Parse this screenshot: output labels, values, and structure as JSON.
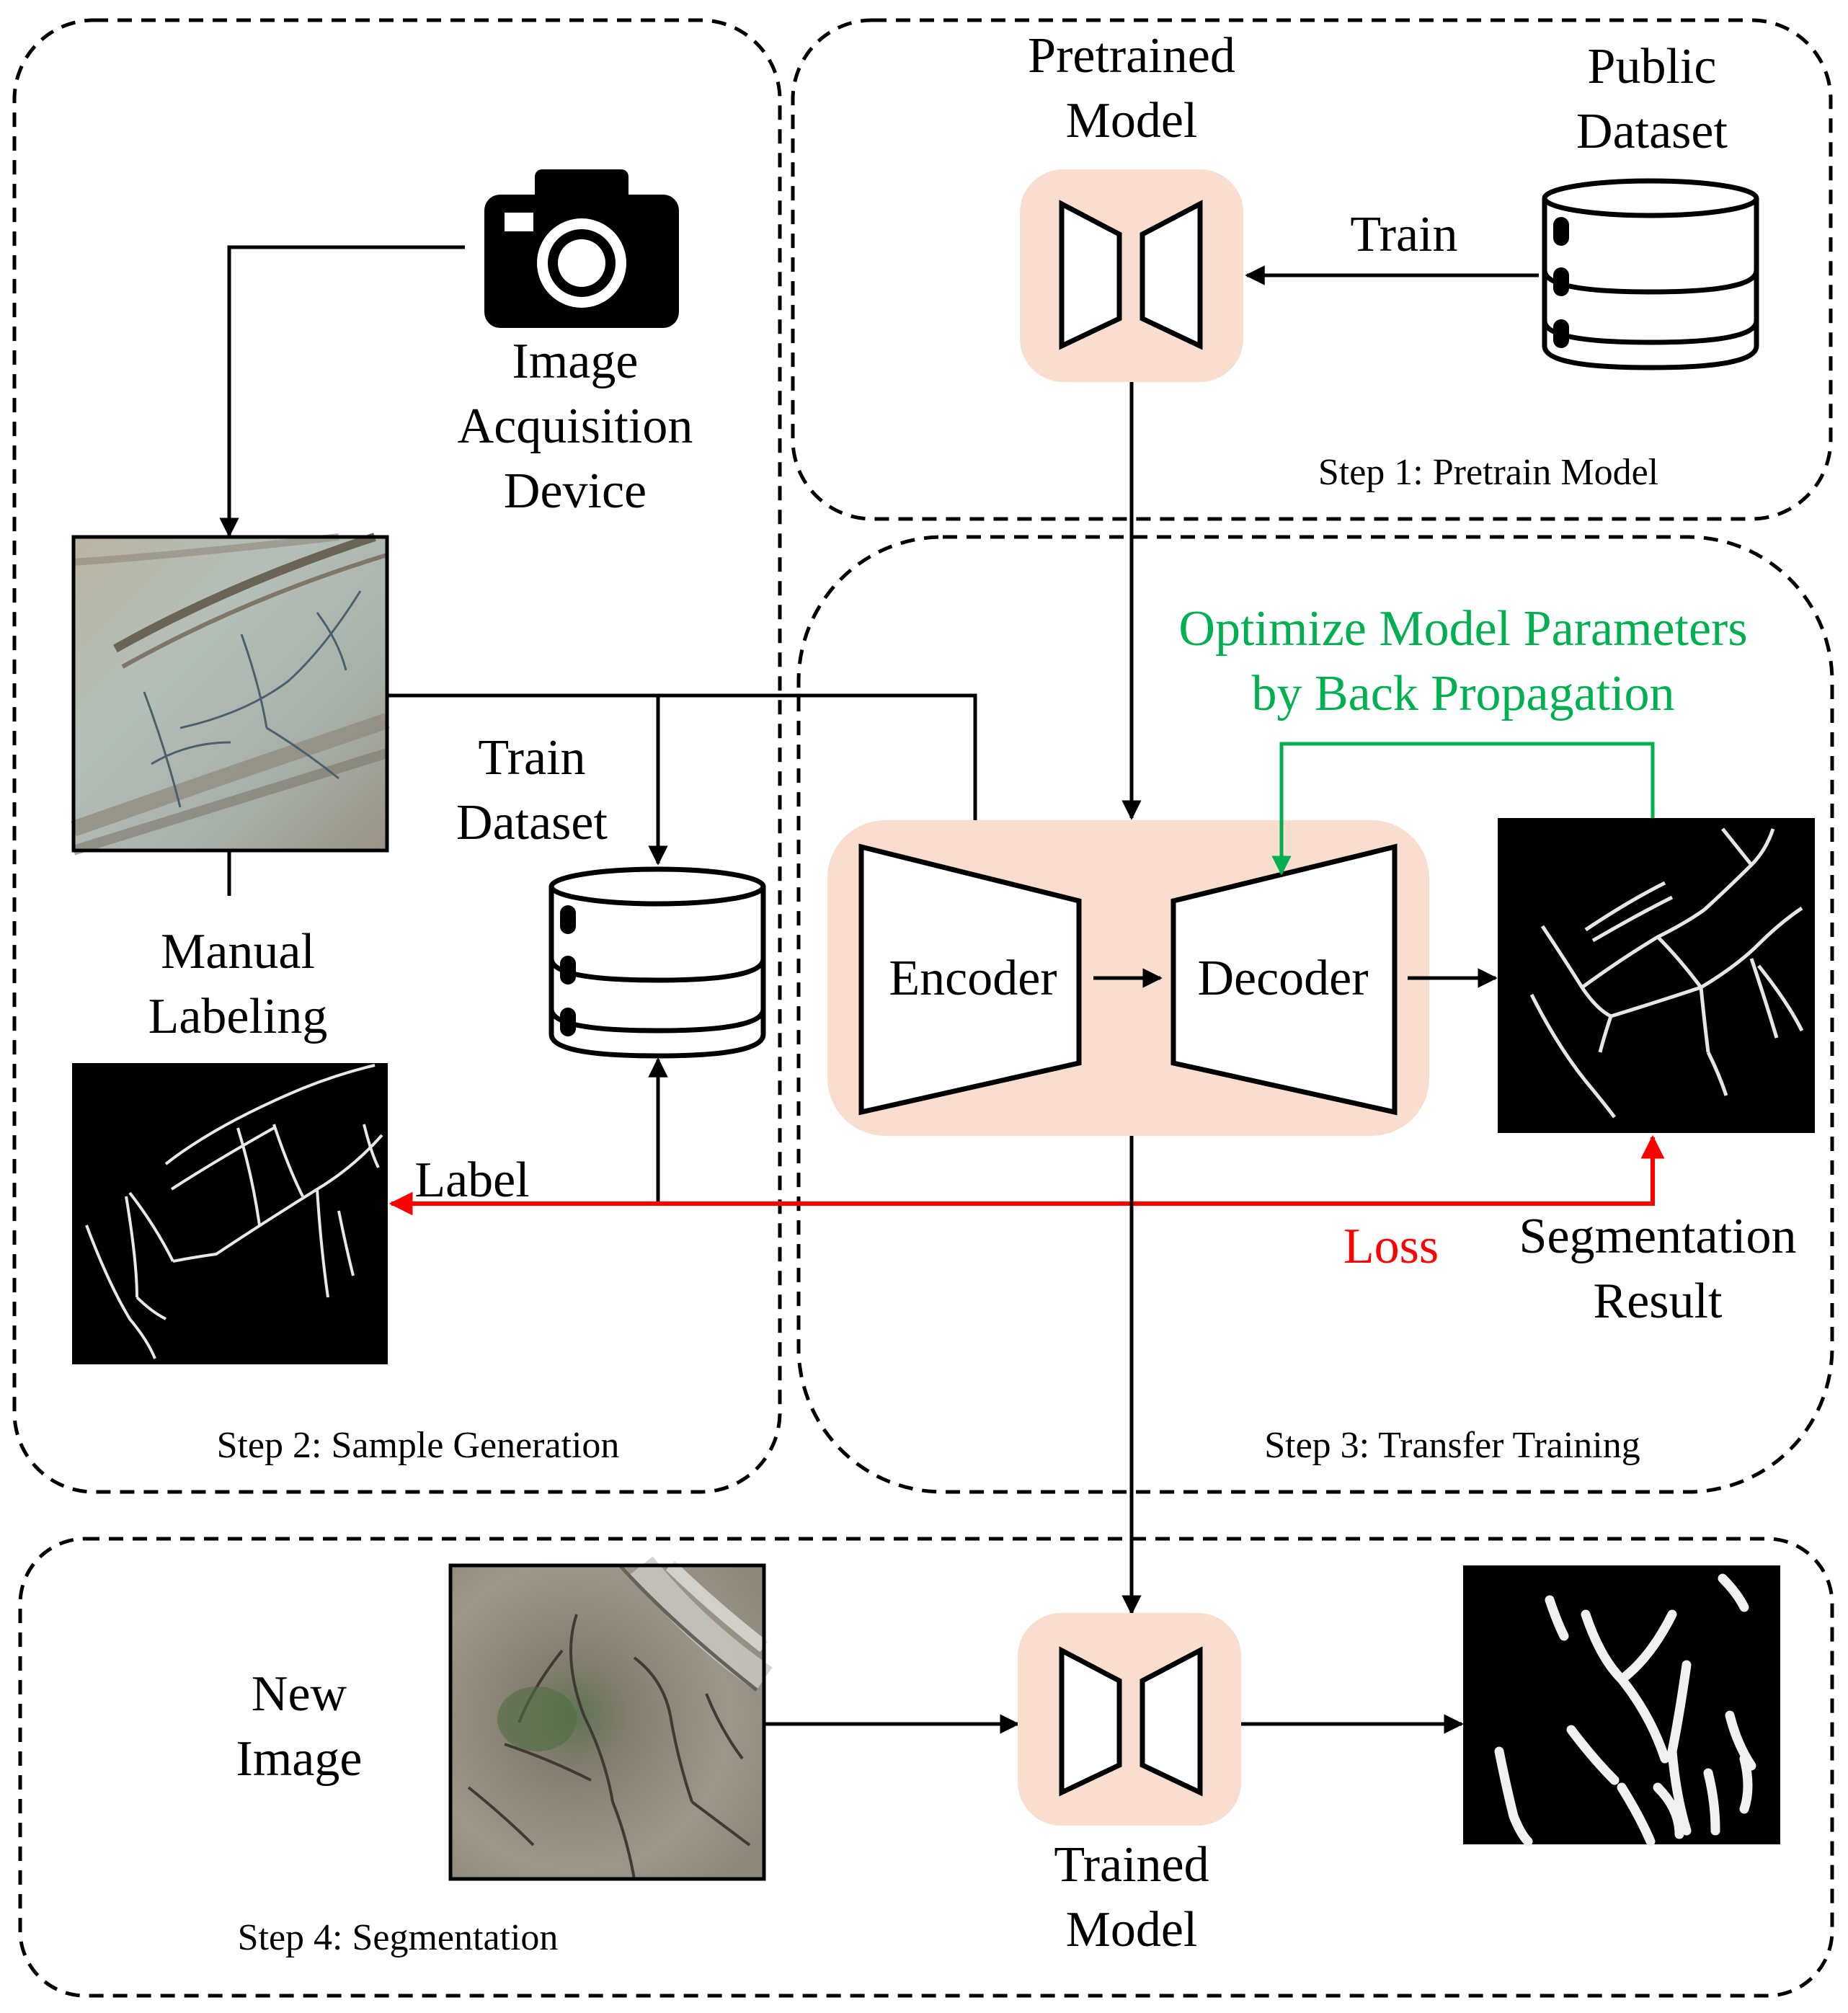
{
  "steps": {
    "step1": "Step 1: Pretrain Model",
    "step2": "Step 2: Sample Generation",
    "step3": "Step 3: Transfer Training",
    "step4": "Step 4: Segmentation"
  },
  "labels": {
    "pretrained_model": [
      "Pretrained",
      "Model"
    ],
    "public_dataset": [
      "Public",
      "Dataset"
    ],
    "train_arrow": "Train",
    "image_acquisition_device": [
      "Image",
      "Acquisition",
      "Device"
    ],
    "train_dataset": [
      "Train",
      "Dataset"
    ],
    "manual_labeling": [
      "Manual",
      "Labeling"
    ],
    "label_arrow": "Label",
    "encoder": "Encoder",
    "decoder": "Decoder",
    "optimize": [
      "Optimize Model Parameters",
      "by Back Propagation"
    ],
    "loss": "Loss",
    "segmentation_result": [
      "Segmentation",
      "Result"
    ],
    "new_image": [
      "New",
      "Image"
    ],
    "trained_model": [
      "Trained",
      "Model"
    ]
  },
  "colors": {
    "model_bg": "#f9ded0",
    "loss_red": "#ff0000",
    "optimize_green": "#00b050",
    "line": "#000000"
  },
  "icons": {
    "camera": "camera-icon",
    "database": "database-icon",
    "network": "encoder-decoder-icon"
  }
}
